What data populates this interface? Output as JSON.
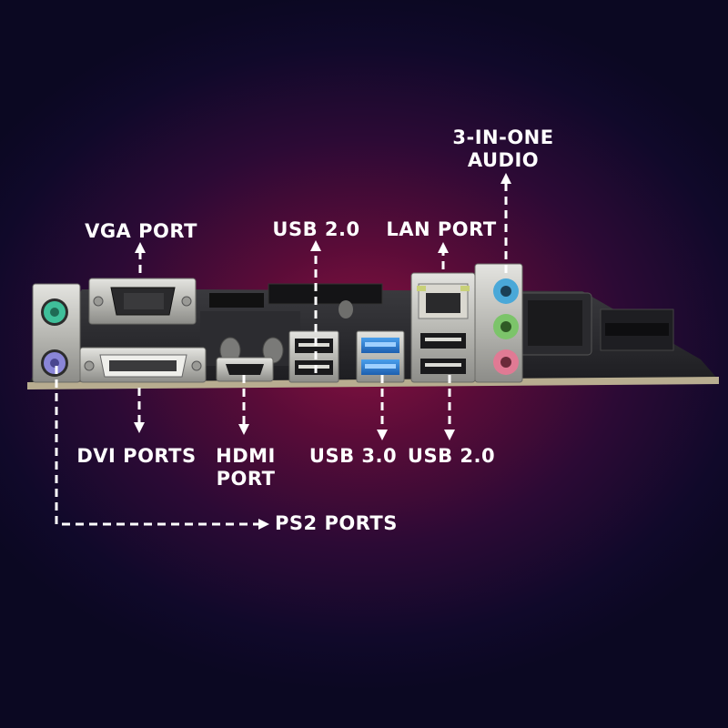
{
  "labels": {
    "audio_line1": "3-IN-ONE",
    "audio_line2": "AUDIO",
    "vga": "VGA PORT",
    "usb20_top": "USB 2.0",
    "lan": "LAN PORT",
    "dvi": "DVI PORTS",
    "hdmi_line1": "HDMI",
    "hdmi_line2": "PORT",
    "usb30": "USB 3.0",
    "usb20_bottom": "USB 2.0",
    "ps2": "PS2 PORTS"
  },
  "colors": {
    "label_text": "#ffffff",
    "leader_line": "#ffffff",
    "background_center": "#8a1240",
    "background_edge": "#0b0822",
    "ps2_mouse": "#3fbf9a",
    "ps2_keyboard": "#8a86d8",
    "usb3": "#2f86d9",
    "audio_line_in": "#4aa8d8",
    "audio_line_out": "#7cc46a",
    "audio_mic": "#e07a94"
  }
}
